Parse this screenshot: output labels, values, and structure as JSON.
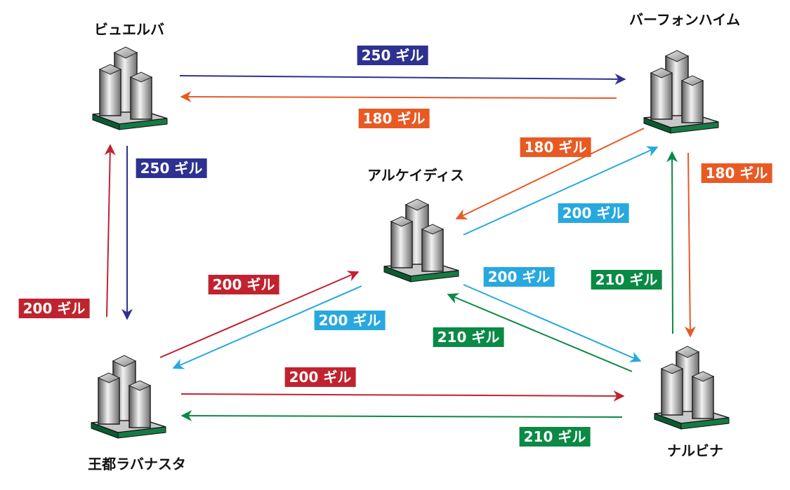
{
  "cities": {
    "vyuelva": "ビュエルバ",
    "bhujerba": "バーフォンハイム",
    "archades": "アルケイディス",
    "rabanastre": "王都ラバナスタ",
    "nalbina": "ナルビナ"
  },
  "routes": {
    "vyuelva_to_balfonheim": "250 ギル",
    "balfonheim_to_vyuelva": "180 ギル",
    "vyuelva_to_rabanastre": "250 ギル",
    "rabanastre_to_vyuelva": "200 ギル",
    "balfonheim_to_archades": "180 ギル",
    "archades_to_balfonheim": "200 ギル",
    "balfonheim_to_nalbina": "180 ギル",
    "nalbina_to_balfonheim": "210 ギル",
    "rabanastre_to_archades": "200 ギル",
    "archades_to_rabanastre": "200 ギル",
    "archades_to_nalbina": "200 ギル",
    "nalbina_to_archades": "210 ギル",
    "rabanastre_to_nalbina": "200 ギル",
    "nalbina_to_rabanastre": "210 ギル"
  },
  "colors": {
    "navy": "#2e3190",
    "orange": "#e85a24",
    "red": "#c0232f",
    "sky": "#27a8df",
    "green": "#0a8a45"
  }
}
